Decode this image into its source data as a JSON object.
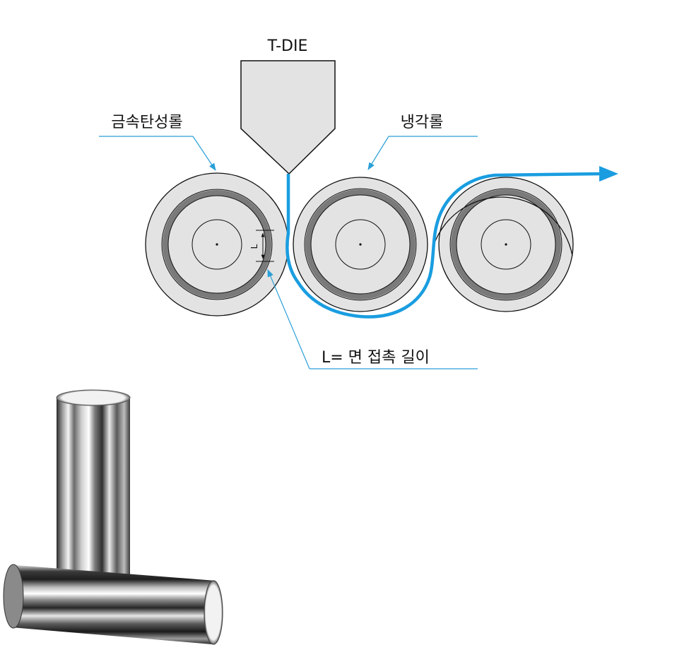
{
  "labels": {
    "tdie": "T-DIE",
    "metal_roll": "금속탄성롤",
    "cooling_roll": "냉각롤",
    "contact_length": "L= 면 접촉 길이",
    "dimension_letter": "L"
  },
  "colors": {
    "film": "#1a9de0",
    "leader": "#2a9fd8",
    "roll_fill": "#e3e3e3",
    "roll_band": "#7a7a7a",
    "outline": "#111111",
    "die_fill": "#e3e3e3"
  },
  "photo": {
    "description_icon": "metal-tube-photo"
  }
}
